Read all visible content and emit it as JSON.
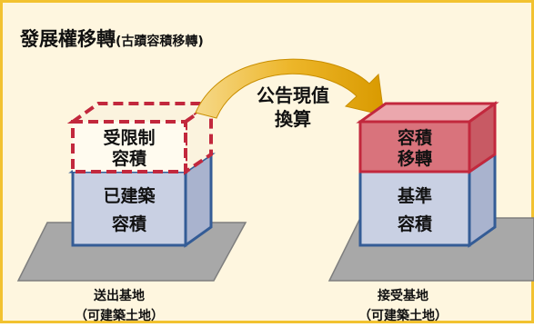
{
  "title": {
    "main": "發展權移轉",
    "sub": "(古蹟容積移轉)"
  },
  "arrow_label": {
    "line1": "公告現值",
    "line2": "換算"
  },
  "left": {
    "top_box": {
      "line1": "受限制",
      "line2": "容積"
    },
    "bottom_box": {
      "line1": "已建築",
      "line2": "容積"
    },
    "caption": {
      "line1": "送出基地",
      "line2": "（可建築土地）"
    }
  },
  "right": {
    "top_box": {
      "line1": "容積",
      "line2": "移轉"
    },
    "bottom_box": {
      "line1": "基準",
      "line2": "容積"
    },
    "caption": {
      "line1": "接受基地",
      "line2": "（可建築土地）"
    }
  },
  "colors": {
    "background": "#FEF6DF",
    "border": "#F2C230",
    "platform": "#A8A8A8",
    "box_fill": "#C9D0E3",
    "box_stroke": "#345C96",
    "transfer_fill": "#D9737C",
    "transfer_stroke": "#C2283D",
    "restricted_stroke": "#C2283D",
    "arrow": "#E0A400"
  }
}
